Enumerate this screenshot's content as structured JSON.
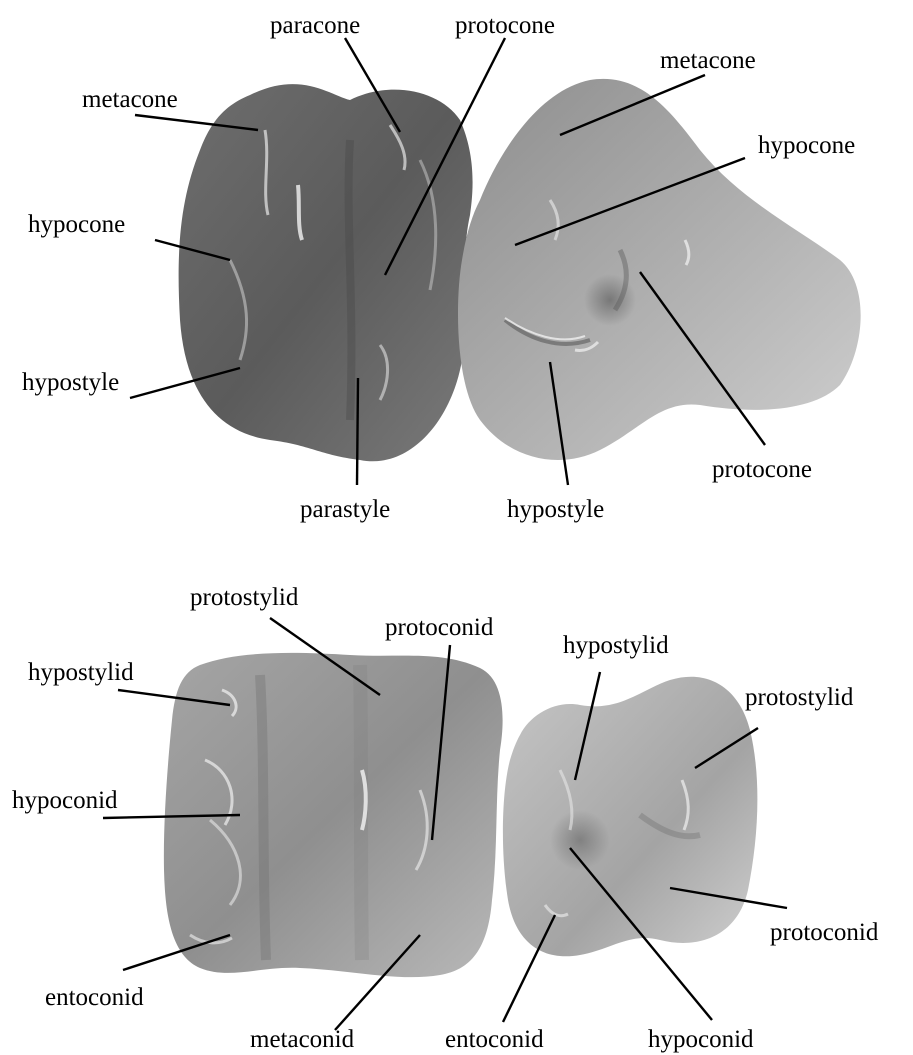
{
  "upper_teeth": {
    "labels": {
      "paracone": "paracone",
      "protocone_left": "protocone",
      "metacone_left": "metacone",
      "hypocone_left": "hypocone",
      "hypostyle_left": "hypostyle",
      "parastyle": "parastyle",
      "metacone_right": "metacone",
      "hypocone_right": "hypocone",
      "hypostyle_right": "hypostyle",
      "protocone_right": "protocone"
    }
  },
  "lower_teeth": {
    "labels": {
      "protostylid_left": "protostylid",
      "protoconid_left": "protoconid",
      "hypostylid_left": "hypostylid",
      "hypoconid_left": "hypoconid",
      "entoconid_left": "entoconid",
      "metaconid": "metaconid",
      "hypostylid_right": "hypostylid",
      "protostylid_right": "protostylid",
      "protoconid_right": "protoconid",
      "entoconid_right": "entoconid",
      "hypoconid_right": "hypoconid"
    }
  },
  "colors": {
    "upper_tooth_dark": "#5a5a5a",
    "upper_tooth_light": "#a8a8a8",
    "lower_tooth_mid": "#8c8c8c",
    "lower_tooth_light": "#c4c4c4",
    "leader_line": "#000000"
  }
}
